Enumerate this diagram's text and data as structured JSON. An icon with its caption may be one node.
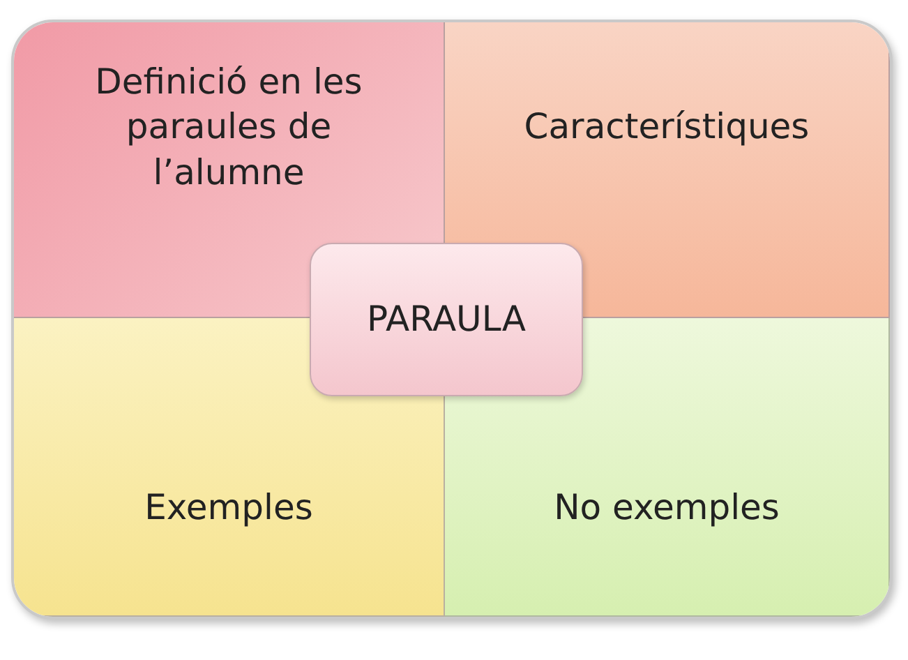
{
  "diagram": {
    "nodes": [
      {
        "text": [
          "Definició en les paraules de l’alumne"
        ]
      },
      {
        "text": [
          "Característiques"
        ]
      },
      {
        "text": [
          "PARAULA"
        ]
      },
      {
        "text": [
          "Exemples"
        ]
      },
      {
        "text": [
          "No exemples"
        ]
      }
    ],
    "edges": []
  }
}
